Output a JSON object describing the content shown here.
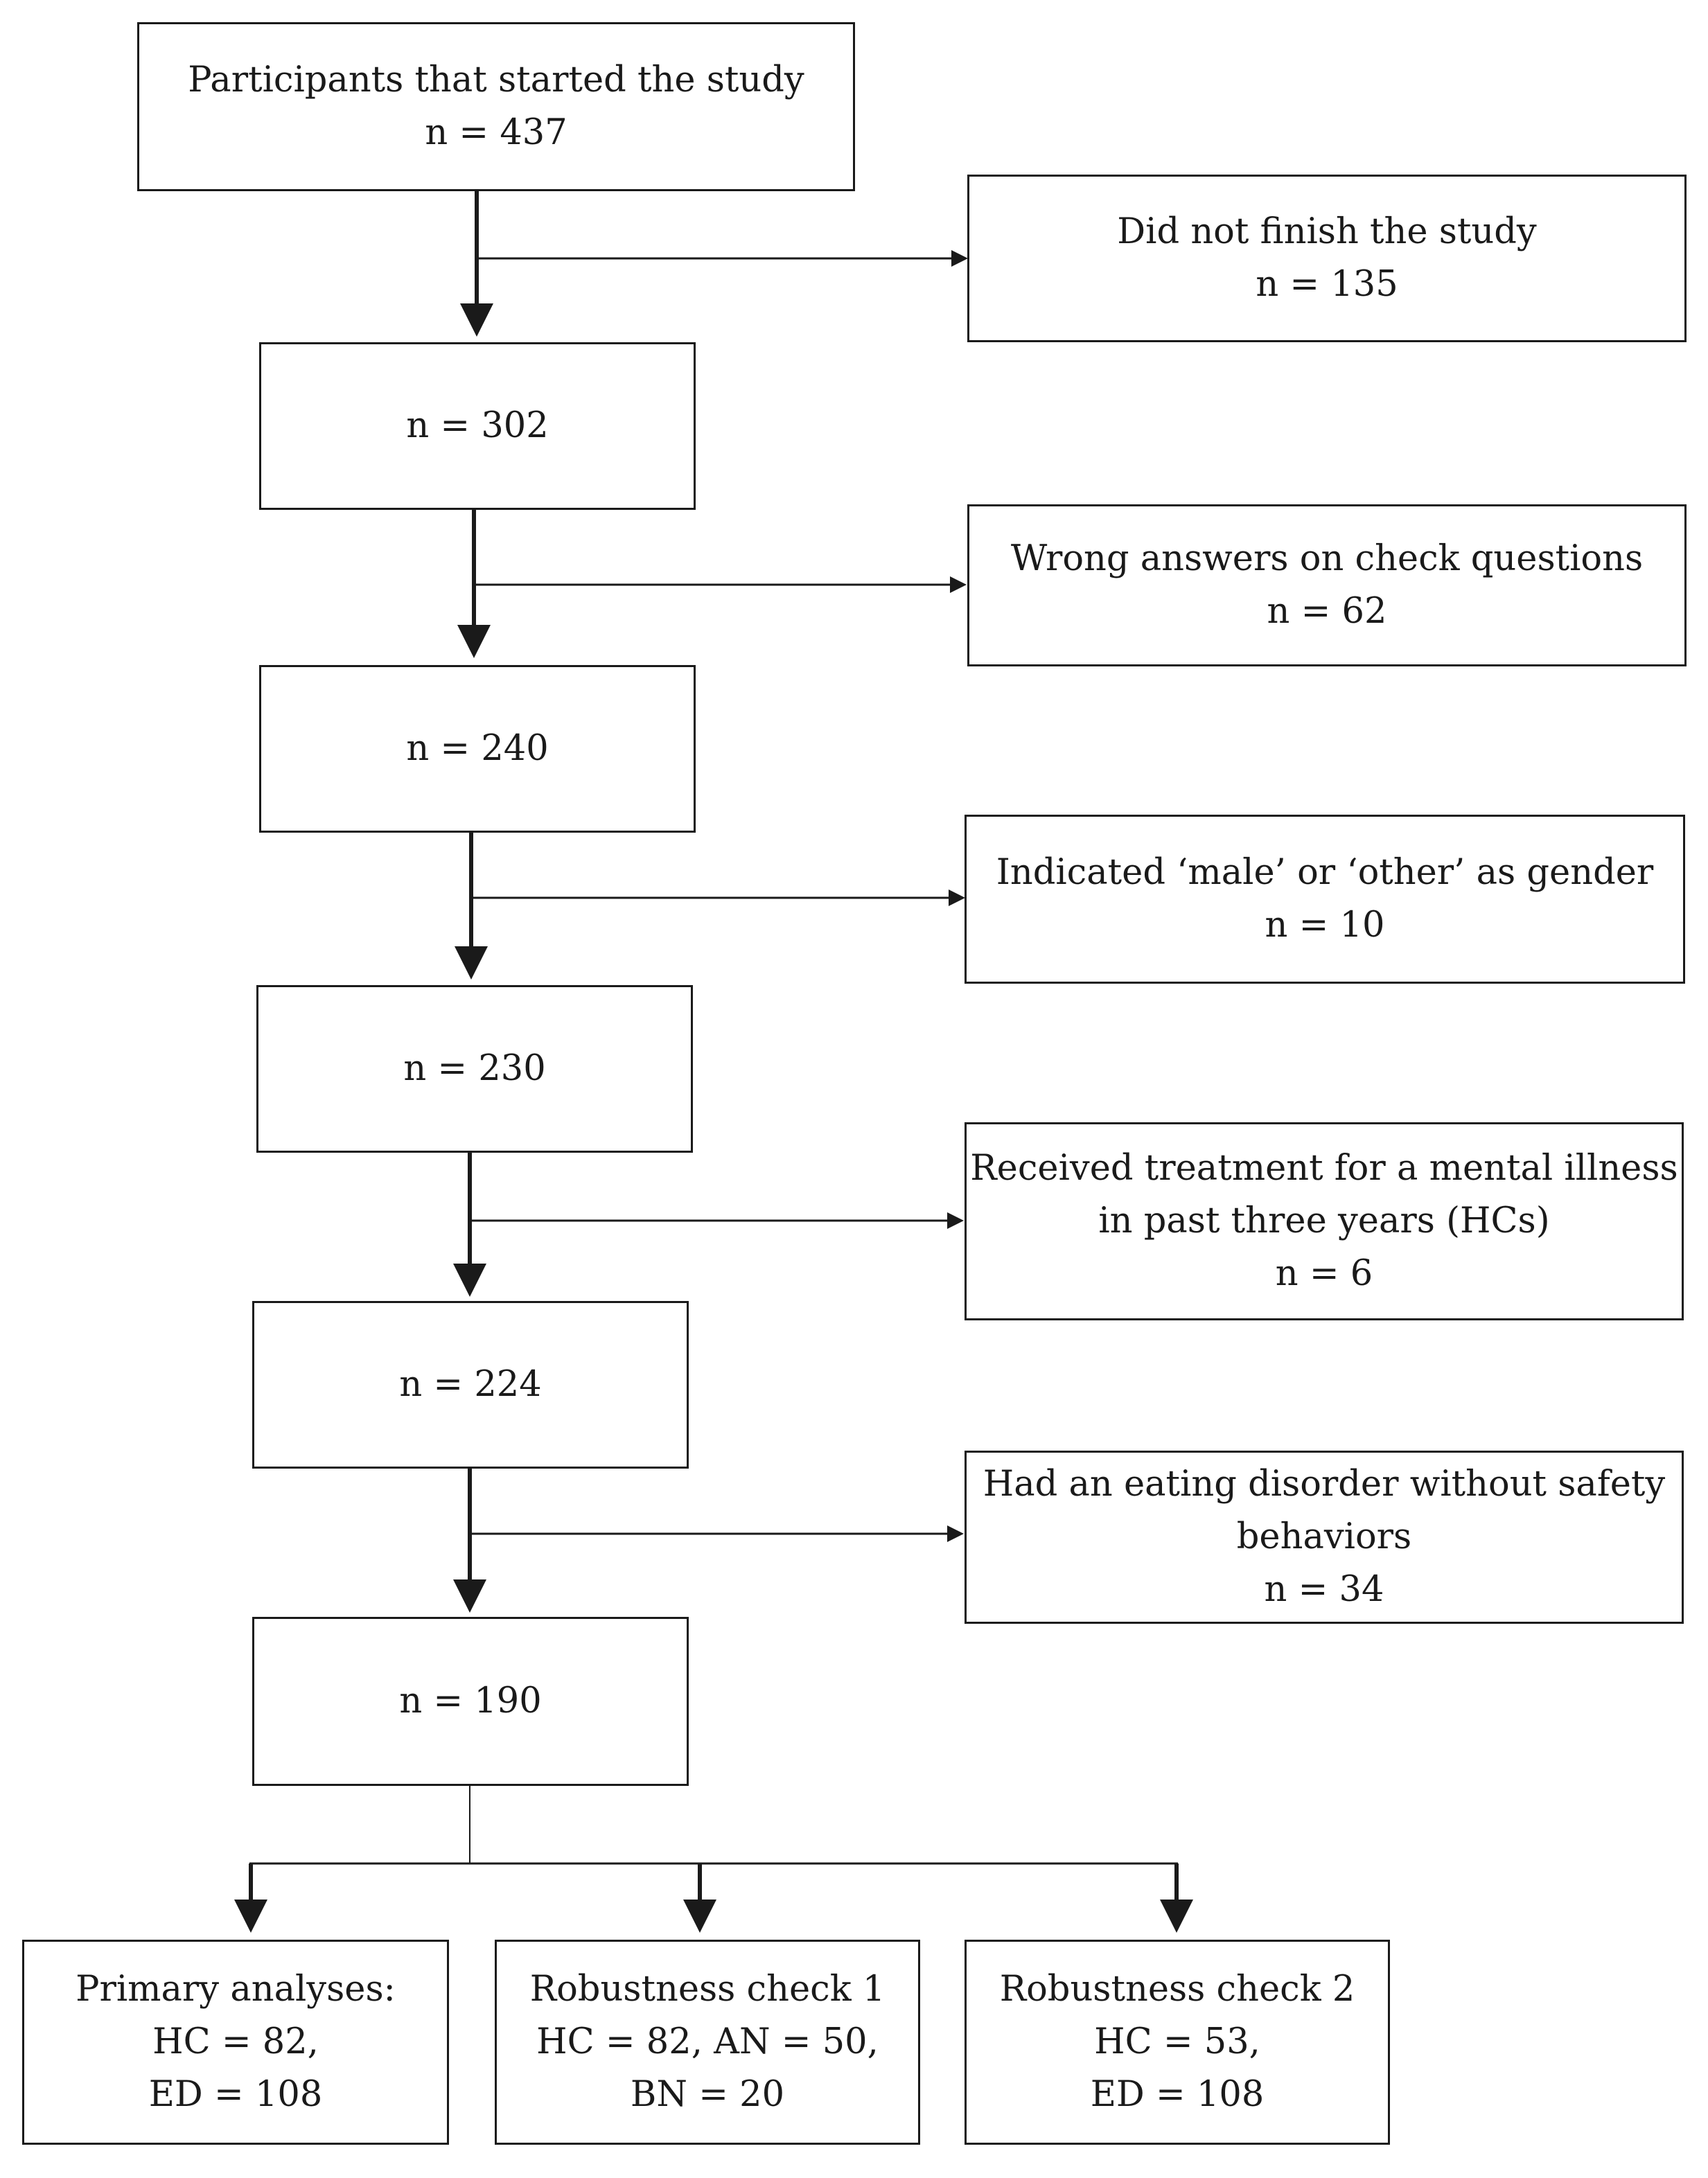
{
  "flow": {
    "start": {
      "label": "Participants that started the study",
      "n": "n = 437"
    },
    "stages": [
      {
        "n": "n = 302",
        "excluded": {
          "label": "Did not finish the study",
          "n": "n = 135"
        }
      },
      {
        "n": "n = 240",
        "excluded": {
          "label": "Wrong answers on check questions",
          "n": "n = 62"
        }
      },
      {
        "n": "n = 230",
        "excluded": {
          "label": "Indicated ‘male’ or ‘other’ as gender",
          "n": "n = 10"
        }
      },
      {
        "n": "n = 224",
        "excluded": {
          "line1": "Received treatment for a mental illness",
          "line2": "in past three years (HCs)",
          "n": "n = 6"
        }
      },
      {
        "n": "n = 190",
        "excluded": {
          "line1": "Had an eating disorder without safety",
          "line2": "behaviors",
          "n": "n = 34"
        }
      }
    ],
    "outcomes": [
      {
        "title": "Primary analyses:",
        "line1": "HC = 82,",
        "line2": "ED = 108"
      },
      {
        "title": "Robustness check 1",
        "line1": "HC = 82, AN = 50,",
        "line2": "BN = 20"
      },
      {
        "title": "Robustness check 2",
        "line1": "HC = 53,",
        "line2": "ED = 108"
      }
    ]
  },
  "colors": {
    "line": "#1a1a1a",
    "background": "#ffffff"
  }
}
